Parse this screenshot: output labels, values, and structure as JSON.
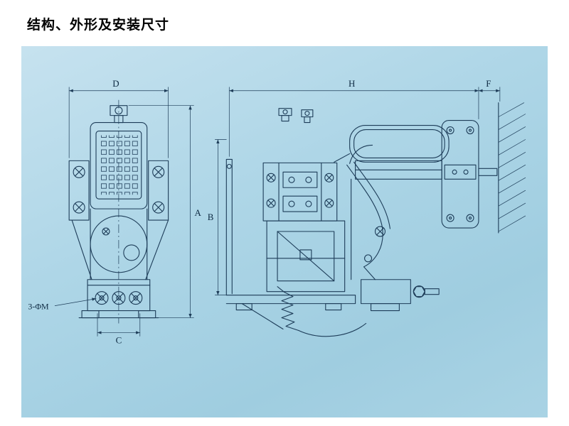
{
  "page": {
    "title": "结构、外形及安装尺寸"
  },
  "diagram": {
    "labels": {
      "d": "D",
      "a": "A",
      "b": "B",
      "c": "C",
      "h": "H",
      "f": "F",
      "thread": "3-ΦM"
    },
    "colors": {
      "page_bg": "#ffffff",
      "panel_bg": "#aed6e7",
      "line": "#1d3c58",
      "title_text": "#000000"
    }
  }
}
